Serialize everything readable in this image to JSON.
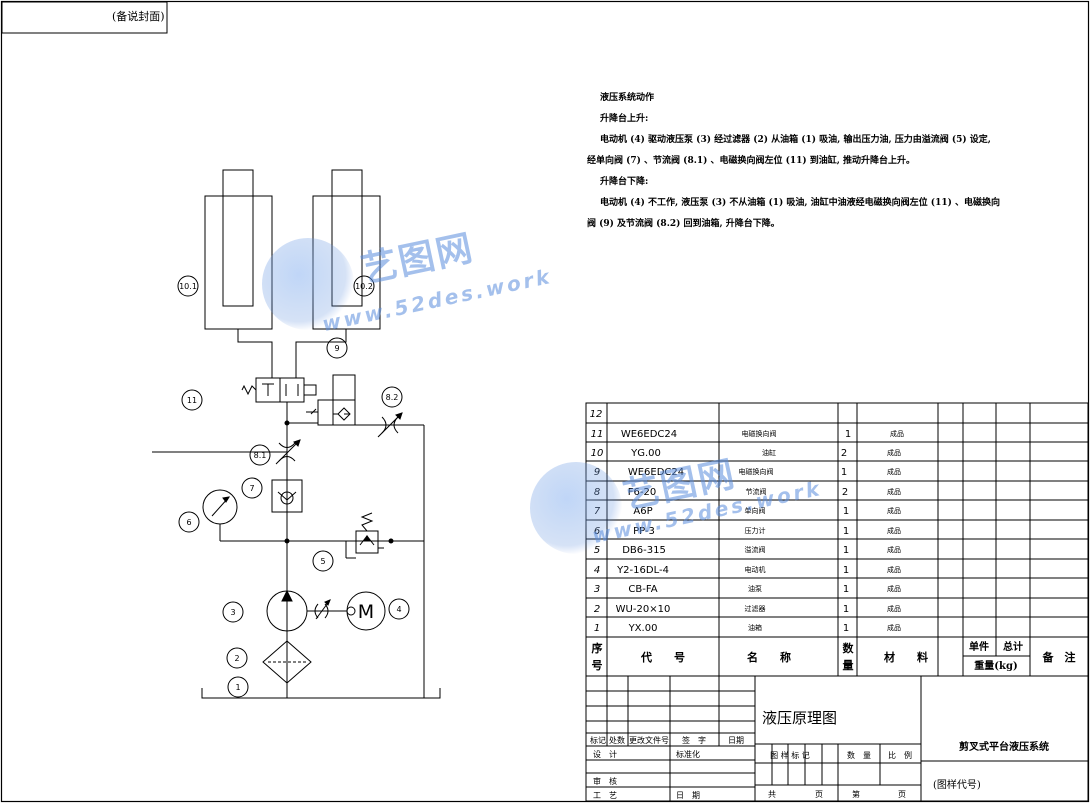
{
  "corner_stamp": "(备说封面)",
  "notes": {
    "title": "液压系统动作",
    "up_heading": "升降台上升:",
    "up_line1": "电动机 (4) 驱动液压泵 (3) 经过滤器 (2) 从油箱 (1) 吸油, 输出压力油, 压力由溢流阀 (5) 设定,",
    "up_line2": "经单向阀 (7) 、节流阀 (8.1) 、电磁换向阀左位 (11) 到油缸, 推动升降台上升。",
    "down_heading": "升降台下降:",
    "down_line1": "电动机 (4) 不工作, 液压泵 (3) 不从油箱 (1) 吸油, 油缸中油液经电磁换向阀左位 (11) 、电磁换向",
    "down_line2": "阀 (9) 及节流阀 (8.2) 回到油箱, 升降台下降。"
  },
  "callouts": [
    "10.1",
    "10.2",
    "9",
    "8.2",
    "11",
    "8.1",
    "7",
    "6",
    "5",
    "3",
    "4",
    "2",
    "1"
  ],
  "motor_symbol": "M",
  "bom": {
    "rows": [
      {
        "no": "12",
        "code": "",
        "name": "",
        "qty": "",
        "material": ""
      },
      {
        "no": "11",
        "code": "WE6EDC24",
        "name": "电磁换向阀",
        "qty": "1",
        "material": "成品"
      },
      {
        "no": "10",
        "code": "YG.00",
        "name": "油缸",
        "qty": "2",
        "material": "成品"
      },
      {
        "no": "9",
        "code": "WE6EDC24",
        "name": "电磁换向阀",
        "qty": "1",
        "material": "成品"
      },
      {
        "no": "8",
        "code": "F6-20",
        "name": "节流阀",
        "qty": "2",
        "material": "成品"
      },
      {
        "no": "7",
        "code": "A6P",
        "name": "单向阀",
        "qty": "1",
        "material": "成品"
      },
      {
        "no": "6",
        "code": "PP-3",
        "name": "压力计",
        "qty": "1",
        "material": "成品"
      },
      {
        "no": "5",
        "code": "DB6-315",
        "name": "溢流阀",
        "qty": "1",
        "material": "成品"
      },
      {
        "no": "4",
        "code": "Y2-16DL-4",
        "name": "电动机",
        "qty": "1",
        "material": "成品"
      },
      {
        "no": "3",
        "code": "CB-FA",
        "name": "油泵",
        "qty": "1",
        "material": "成品"
      },
      {
        "no": "2",
        "code": "WU-20×10",
        "name": "过滤器",
        "qty": "1",
        "material": "成品"
      },
      {
        "no": "1",
        "code": "YX.00",
        "name": "油箱",
        "qty": "1",
        "material": "成品"
      }
    ],
    "header": {
      "no_a": "序",
      "no_b": "号",
      "code": "代　　号",
      "name": "名　　称",
      "qty_a": "数",
      "qty_b": "量",
      "material": "材　　料",
      "unit": "单件",
      "total": "总计",
      "weight": "重量(kg)",
      "remark": "备　注"
    }
  },
  "title_block": {
    "drawing_name": "液压原理图",
    "product_name": "剪叉式平台液压系统",
    "drawing_code": "(图样代号)",
    "rev_mark": "标记",
    "rev_count": "处数",
    "rev_doc": "更改文件号",
    "signature": "签　字",
    "date": "日期",
    "design": "设　计",
    "standardize": "标准化",
    "stage_mark": "图 样 标 记",
    "quantity": "数　量",
    "scale": "比　例",
    "review": "审　核",
    "process": "工　艺",
    "date2": "日　期",
    "total_sheets": "共",
    "sheet": "页",
    "sheet_no": "第",
    "sheet2": "页"
  },
  "watermark": {
    "cn": "艺图网",
    "en": "www.52des.work"
  }
}
